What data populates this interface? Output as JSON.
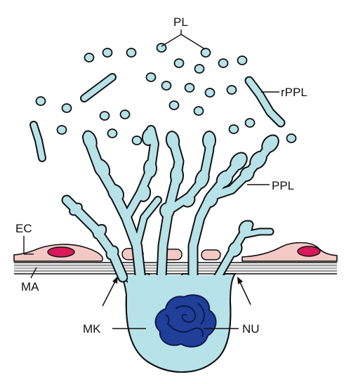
{
  "labels": {
    "pl": "PL",
    "rppl": "rPPL",
    "ppl": "PPL",
    "ec": "EC",
    "ma": "MA",
    "mk": "MK",
    "nu": "NU"
  },
  "colors": {
    "cytoplasm": "#b7e2e8",
    "nucleus": "#1f3f99",
    "endothelium": "#f3c9c6",
    "endothelial_nucleus": "#d8195a",
    "matrix": "#b5b5b5",
    "outline": "#111111"
  }
}
